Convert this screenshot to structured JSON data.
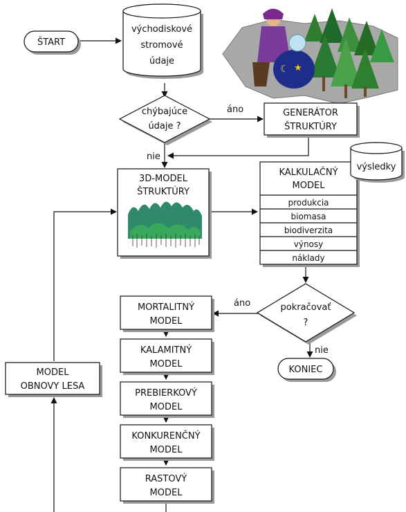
{
  "start": "ŠTART",
  "input_data": [
    "východiskové",
    "stromové",
    "údaje"
  ],
  "missing_data": [
    "chýbajúce",
    "údaje ?"
  ],
  "yes1": "áno",
  "no1": "nie",
  "generator": [
    "GENERÁTOR",
    "ŠTRUKTÚRY"
  ],
  "model3d": [
    "3D-MODEL",
    "ŠTRUKTÚRY"
  ],
  "calc_model": {
    "title": [
      "KALKULAČNÝ",
      "MODEL"
    ],
    "rows": [
      "produkcia",
      "biomasa",
      "biodiverzita",
      "výnosy",
      "náklady"
    ]
  },
  "results": "výsledky",
  "continue": [
    "pokračovať",
    "?"
  ],
  "yes2": "áno",
  "no2": "nie",
  "end": "KONIEC",
  "mortality": [
    "MORTALITNÝ",
    "MODEL"
  ],
  "calamity": [
    "KALAMITNÝ",
    "MODEL"
  ],
  "thinning": [
    "PREBIERKOVÝ",
    "MODEL"
  ],
  "competition": [
    "KONKURENČNÝ",
    "MODEL"
  ],
  "growth": [
    "RASTOVÝ",
    "MODEL"
  ],
  "regeneration": [
    "MODEL",
    "OBNOVY LESA"
  ]
}
